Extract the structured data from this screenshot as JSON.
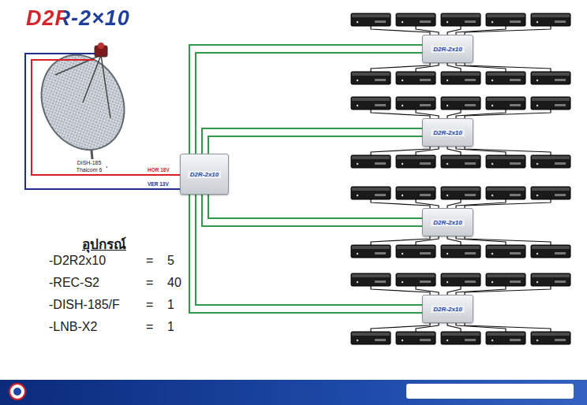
{
  "diagram": {
    "title": "D2R-2×10",
    "nodes": [
      {
        "text": [
          "DISH-185 Thaicom 6"
        ]
      },
      {
        "text": [
          "D2R-2x10"
        ]
      },
      {
        "text": [
          "D2R-2x10"
        ]
      },
      {
        "text": [
          "D2R-2x10"
        ]
      },
      {
        "text": [
          "D2R-2x10"
        ]
      },
      {
        "text": [
          "D2R-2x10"
        ]
      }
    ],
    "edges": [
      {
        "from": 0,
        "to": 1,
        "arrow": "none",
        "label": "HOR 18V"
      },
      {
        "from": 0,
        "to": 1,
        "arrow": "none",
        "label": "VER 13V"
      },
      {
        "from": 1,
        "to": 2,
        "arrow": "none"
      },
      {
        "from": 1,
        "to": 2,
        "arrow": "none"
      },
      {
        "from": 1,
        "to": 3,
        "arrow": "none"
      },
      {
        "from": 1,
        "to": 3,
        "arrow": "none"
      },
      {
        "from": 1,
        "to": 4,
        "arrow": "none"
      },
      {
        "from": 1,
        "to": 4,
        "arrow": "none"
      },
      {
        "from": 1,
        "to": 5,
        "arrow": "none"
      },
      {
        "from": 1,
        "to": 5,
        "arrow": "none"
      }
    ],
    "labels": [
      "อุปกรณ์",
      "-D2R2x10",
      "=",
      "5",
      "-REC-S2",
      "=",
      "40",
      "-DISH-185/F",
      "=",
      "1",
      "-LNB-X2",
      "=",
      "1"
    ]
  }
}
